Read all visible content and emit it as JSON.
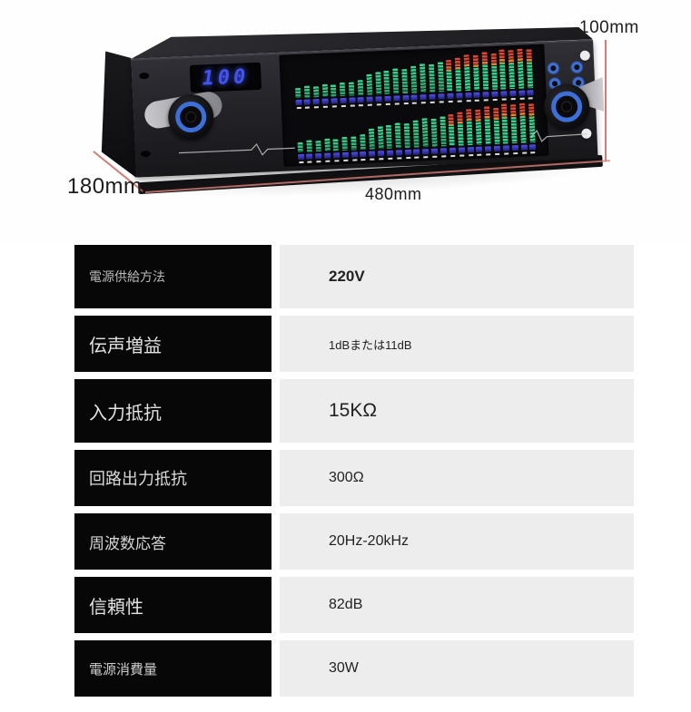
{
  "product": {
    "led_display": "100",
    "dimensions": {
      "height": "100mm",
      "depth": "180mm",
      "width": "480mm"
    },
    "spectrum": {
      "rows": 2,
      "bars": [
        {
          "h": 0.26,
          "c": "g"
        },
        {
          "h": 0.3,
          "c": "g"
        },
        {
          "h": 0.27,
          "c": "g"
        },
        {
          "h": 0.32,
          "c": "g"
        },
        {
          "h": 0.3,
          "c": "g"
        },
        {
          "h": 0.34,
          "c": "g"
        },
        {
          "h": 0.33,
          "c": "g"
        },
        {
          "h": 0.38,
          "c": "g"
        },
        {
          "h": 0.52,
          "c": "g"
        },
        {
          "h": 0.56,
          "c": "g"
        },
        {
          "h": 0.6,
          "c": "g"
        },
        {
          "h": 0.64,
          "c": "g"
        },
        {
          "h": 0.62,
          "c": "g"
        },
        {
          "h": 0.68,
          "c": "g"
        },
        {
          "h": 0.72,
          "c": "g"
        },
        {
          "h": 0.7,
          "c": "g"
        },
        {
          "h": 0.76,
          "c": "g"
        },
        {
          "h": 0.8,
          "c": "r"
        },
        {
          "h": 0.85,
          "c": "r"
        },
        {
          "h": 0.9,
          "c": "r"
        },
        {
          "h": 0.88,
          "c": "r"
        },
        {
          "h": 0.95,
          "c": "r"
        },
        {
          "h": 0.92,
          "c": "r"
        },
        {
          "h": 1.0,
          "c": "r"
        },
        {
          "h": 0.97,
          "c": "r"
        },
        {
          "h": 1.0,
          "c": "r"
        },
        {
          "h": 0.98,
          "c": "r"
        }
      ]
    }
  },
  "spec_table": {
    "rows": [
      {
        "label": "電源供給方法",
        "value": "220V"
      },
      {
        "label": "伝声増益",
        "value": "1dBまたは11dB"
      },
      {
        "label": "入力抵抗",
        "value": "15KΩ"
      },
      {
        "label": "回路出力抵抗",
        "value": "300Ω"
      },
      {
        "label": "周波数応答",
        "value": "20Hz-20kHz"
      },
      {
        "label": "信頼性",
        "value": "82dB"
      },
      {
        "label": "電源消費量",
        "value": "30W"
      }
    ]
  },
  "colors": {
    "dimension_line_red": "#cf5a50",
    "led_blue": "#4353f0",
    "knob_ring_blue": "#3c6fd8",
    "bar_green": "#33cf8d",
    "bar_red": "#de4634",
    "bar_orange": "#e2832f",
    "bar_base_purple": "#4040c0",
    "label_cell_bg": "#070707",
    "value_cell_bg": "#ededed"
  }
}
